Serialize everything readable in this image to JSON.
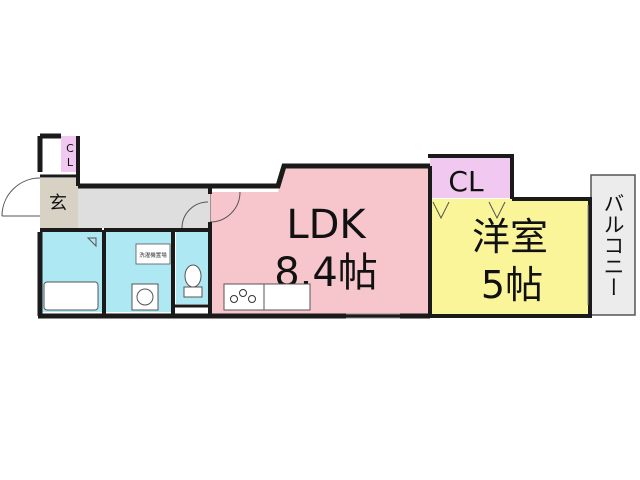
{
  "rooms": {
    "ldk": {
      "name": "LDK",
      "size": "8.4帖",
      "color": "#f7c6cc"
    },
    "western": {
      "name": "洋室",
      "size": "5帖",
      "color": "#fbf59a"
    },
    "cl_main": {
      "name": "CL",
      "color": "#f0c8f0"
    },
    "cl_entry": {
      "line1": "C",
      "line2": "L",
      "color": "#f0c8f0"
    },
    "entrance": {
      "name": "玄",
      "color": "#d7d2c4"
    },
    "hall": {
      "color": "#dedede"
    },
    "bath": {
      "color": "#aee8f2"
    },
    "washroom": {
      "color": "#aee8f2",
      "appliance_label": "洗濯機置場"
    },
    "toilet": {
      "color": "#aee8f2"
    },
    "balcony": {
      "name": "バルコニー",
      "color": "#ececec"
    }
  },
  "colors": {
    "wall": "#1a1a1a",
    "outline": "#555555"
  }
}
